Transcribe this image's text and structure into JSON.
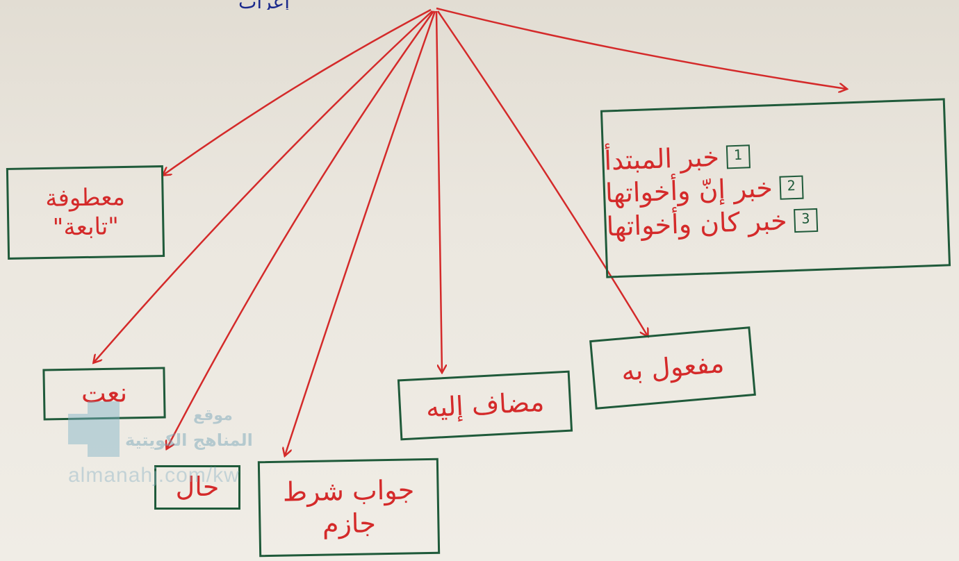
{
  "diagram": {
    "top_text": "إعراب",
    "boxes": {
      "khabar": {
        "items": [
          {
            "num": "1",
            "text": "خبر المبتدأ"
          },
          {
            "num": "2",
            "text": "خبر إنّ وأخواتها"
          },
          {
            "num": "3",
            "text": "خبر كان وأخواتها"
          }
        ]
      },
      "maatoofa": {
        "line1": "معطوفة",
        "line2": "\"تابعة\""
      },
      "naat": {
        "text": "نعت"
      },
      "haal": {
        "text": "حال"
      },
      "jawab": {
        "line1": "جواب شرط",
        "line2": "جازم"
      },
      "mudaf": {
        "text": "مضاف إليه"
      },
      "mafool": {
        "text": "مفعول به"
      }
    }
  },
  "watermark": {
    "line1": "موقع",
    "line2": "المناهج الكويتية",
    "url": "almanahj.com/kw"
  },
  "colors": {
    "ink_red": "#d42a2a",
    "box_green": "#1f5a3a",
    "title_blue": "#1b2a8c"
  }
}
